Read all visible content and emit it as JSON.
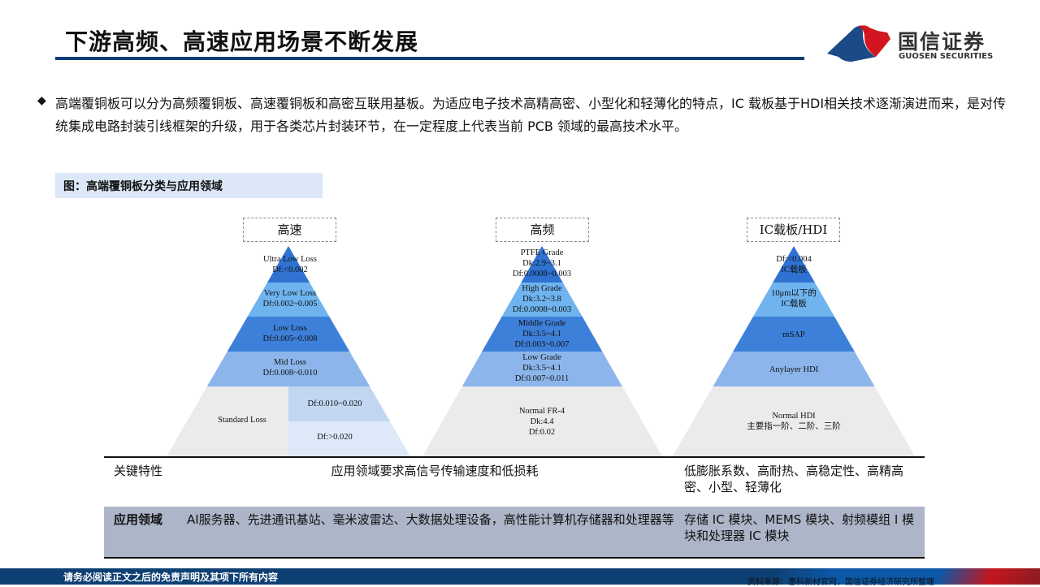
{
  "header": {
    "title": "下游高频、高速应用场景不断发展",
    "logo_cn": "国信证券",
    "logo_en": "GUOSEN SECURITIES"
  },
  "intro": "高端覆铜板可以分为高频覆铜板、高速覆铜板和高密互联用基板。为适应电子技术高精高密、小型化和轻薄化的特点，IC 载板基于HDI相关技术逐渐演进而来，是对传统集成电路封装引线框架的升级，用于各类芯片封装环节，在一定程度上代表当前 PCB 领域的最高技术水平。",
  "figure_caption": "图：高端覆铜板分类与应用领域",
  "pyramids": [
    {
      "title": "高速",
      "levels": [
        "Ultra Low Loss\nDf:<0.002",
        "Very Low Loss\nDf:0.002~0.005",
        "Low Loss\nDf:0.005~0.008",
        "Mid Loss\nDf:0.008~0.010"
      ],
      "base_left": "Standard Loss",
      "base_right": [
        "Df:0.010~0.020",
        "Df:>0.020"
      ]
    },
    {
      "title": "高频",
      "levels": [
        "PTFE Grade\nDk:2.9~3.1\nDf:0.0008~0.003",
        "High Grade\nDk:3.2~3.8\nDf:0.0008~0.003",
        "Middle Grade\nDk:3.5~4.1\nDf:0.003~0.007",
        "Low Grade\nDk:3.5~4.1\nDf:0.007~0.011"
      ],
      "base": "Normal FR-4\nDk:4.4\nDf:0.02"
    },
    {
      "title": "IC载板/HDI",
      "levels": [
        "Df:<0.004\nIC载板",
        "10μm以下的\nIC载板",
        "mSAP",
        "Anylayer HDI"
      ],
      "base": "Normal HDI\n主要指一阶、二阶、三阶"
    }
  ],
  "table": {
    "rows": [
      {
        "label": "关键特性",
        "col2": "应用领域要求高信号传输速度和低损耗",
        "col3": "低膨胀系数、高耐热、高稳定性、高精高密、小型、轻薄化"
      },
      {
        "label": "应用领域",
        "col2": "AI服务器、先进通讯基站、毫米波雷达、大数据处理设备，高性能计算机存储器和处理器等",
        "col3": "存储 IC 模块、MEMS 模块、射频模组 I 模块和处理器 IC 模块"
      }
    ]
  },
  "footer": {
    "disclaimer": "请务必阅读正文之后的免责声明及其项下所有内容",
    "source": "资料来源：惠科新材官网，国信证券经济研究所整理"
  }
}
